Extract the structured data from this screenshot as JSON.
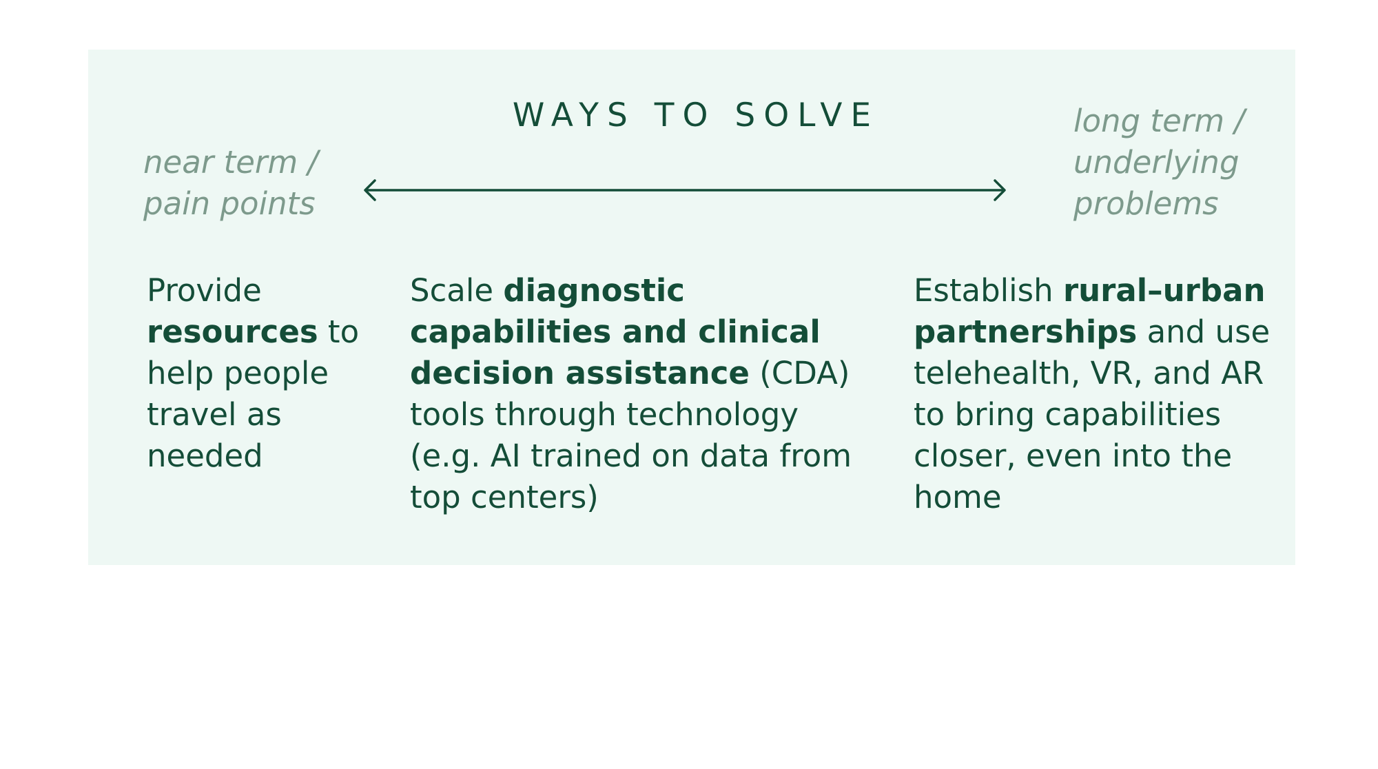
{
  "header": {
    "title": "WAYS TO SOLVE",
    "near_label": "near term /\npain points",
    "long_label": "long term /\nunderlying\nproblems"
  },
  "columns": [
    {
      "line1": "Provide",
      "bold": "resources",
      "line2_rest": " to",
      "rest": "help people travel as needed"
    },
    {
      "pre": "Scale ",
      "bold": "diagnostic capabilities and clinical decision assistance",
      "post": " (CDA) tools through technology (e.g. AI trained on data from top centers)"
    },
    {
      "pre": "Establish ",
      "bold": "rural–urban partnerships",
      "post": " and use telehealth, VR, and AR to bring capabilities closer, even into the home"
    }
  ],
  "colors": {
    "panel_bg": "#eef8f4",
    "primary_text": "#144d38",
    "muted_text": "#7d9a8c"
  }
}
